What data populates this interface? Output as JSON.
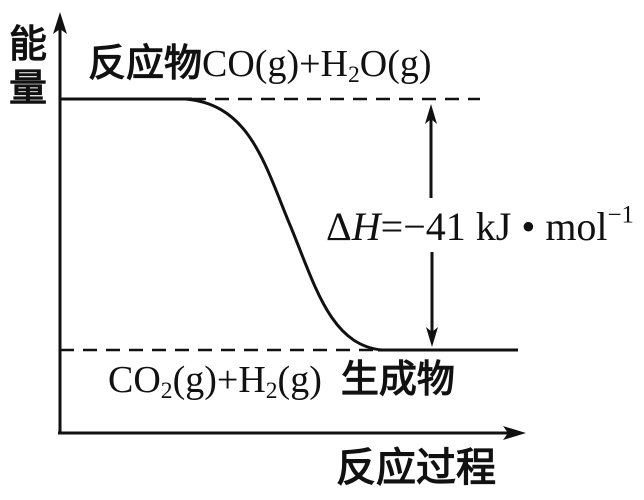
{
  "diagram": {
    "type": "energy-profile",
    "y_axis_label": [
      "能",
      "量"
    ],
    "x_axis_label": "反应过程",
    "reactant": {
      "name": "反应物",
      "formula_parts": [
        "CO(g)+H",
        "2",
        "O(g)"
      ],
      "formula_text": "CO(g)+H2O(g)"
    },
    "product": {
      "name": "生成物",
      "formula_parts": [
        "CO",
        "2",
        "(g)+H",
        "2",
        "(g)"
      ],
      "formula_text": "CO2(g)+H2(g)"
    },
    "enthalpy": {
      "symbol_delta": "Δ",
      "symbol_h": "H",
      "equals": "=",
      "value": "−41",
      "unit": " kJ • mol",
      "unit_exponent": "−1",
      "text": "ΔH=−41 kJ•mol−1"
    },
    "levels": {
      "reactant_energy_y": 99,
      "product_energy_y": 350
    },
    "colors": {
      "line": "#111111",
      "background": "#ffffff"
    }
  },
  "chart_data": {
    "type": "line",
    "title": "",
    "xlabel": "反应过程",
    "ylabel": "能量",
    "series": [
      {
        "name": "energy-path",
        "description": "Reactant level high, sigmoid drop to product level"
      }
    ],
    "annotations": [
      "反应物 CO(g)+H2O(g)",
      "CO2(g)+H2(g) 生成物",
      "ΔH=−41 kJ•mol−1"
    ],
    "delta_h_kj_per_mol": -41,
    "grid": false
  }
}
